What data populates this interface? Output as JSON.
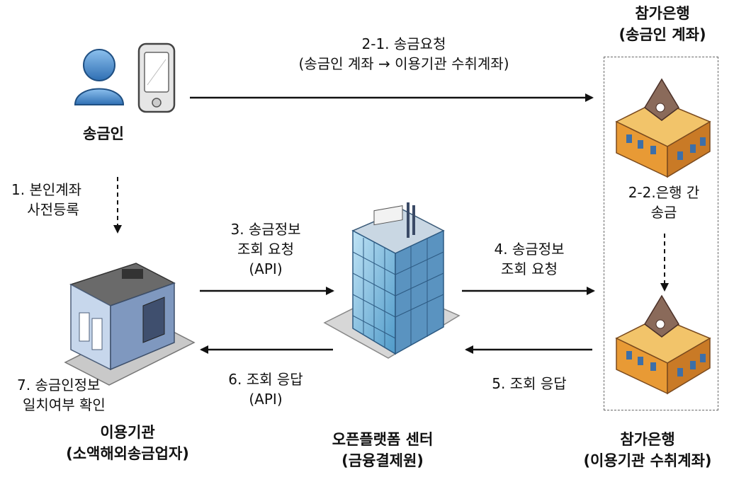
{
  "nodes": {
    "sender": {
      "label": "송금인"
    },
    "bank_top": {
      "label_line1": "참가은행",
      "label_line2": "(송금인 계좌)"
    },
    "institution": {
      "label_line1": "이용기관",
      "label_line2": "(소액해외송금업자)"
    },
    "center": {
      "label_line1": "오픈플랫폼 센터",
      "label_line2": "(금융결제원)"
    },
    "bank_bottom": {
      "label_line1": "참가은행",
      "label_line2": "(이용기관 수취계좌)"
    }
  },
  "steps": {
    "s1": {
      "line1": "1. 본인계좌",
      "line2": "사전등록"
    },
    "s2_1": {
      "line1": "2-1. 송금요청",
      "line2": "(송금인 계좌 → 이용기관 수취계좌)"
    },
    "s2_2": {
      "line1": "2-2.은행 간",
      "line2": "송금"
    },
    "s3": {
      "line1": "3. 송금정보",
      "line2": "조회 요청",
      "line3": "(API)"
    },
    "s4": {
      "line1": "4. 송금정보",
      "line2": "조회 요청"
    },
    "s5": {
      "line1": "5. 조회 응답"
    },
    "s6": {
      "line1": "6. 조회 응답",
      "line2": "(API)"
    },
    "s7": {
      "line1": "7. 송금인정보",
      "line2": "일치여부 확인"
    }
  },
  "colors": {
    "person": "#4a8fd0",
    "bank_wall": "#e8a23a",
    "bank_roof": "#8a6a5a",
    "tower_glass": "#7fbfe0",
    "warehouse": "#8fa8c8"
  }
}
